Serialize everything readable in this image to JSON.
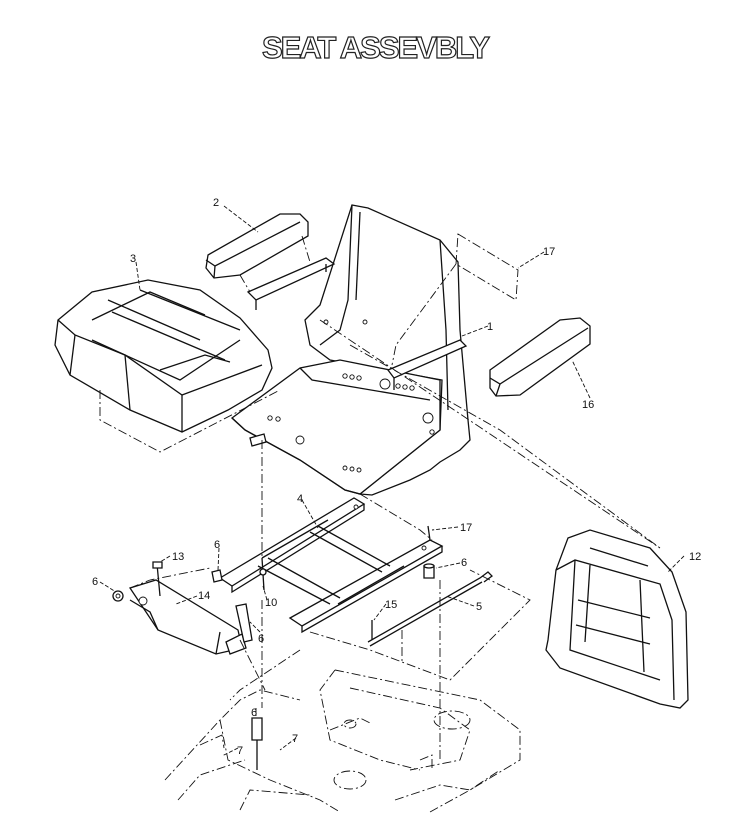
{
  "title": "SEAT ASSEVBLY",
  "callouts": {
    "c1": "1",
    "c2": "2",
    "c3": "3",
    "c4": "4",
    "c5": "5",
    "c6a": "6",
    "c6b": "6",
    "c6c": "6",
    "c6d": "6",
    "c6e": "6",
    "c7a": "7",
    "c7b": "7",
    "c10": "10",
    "c12": "12",
    "c13": "13",
    "c14": "14",
    "c15": "15",
    "c16": "16",
    "c17a": "17",
    "c17b": "17"
  }
}
